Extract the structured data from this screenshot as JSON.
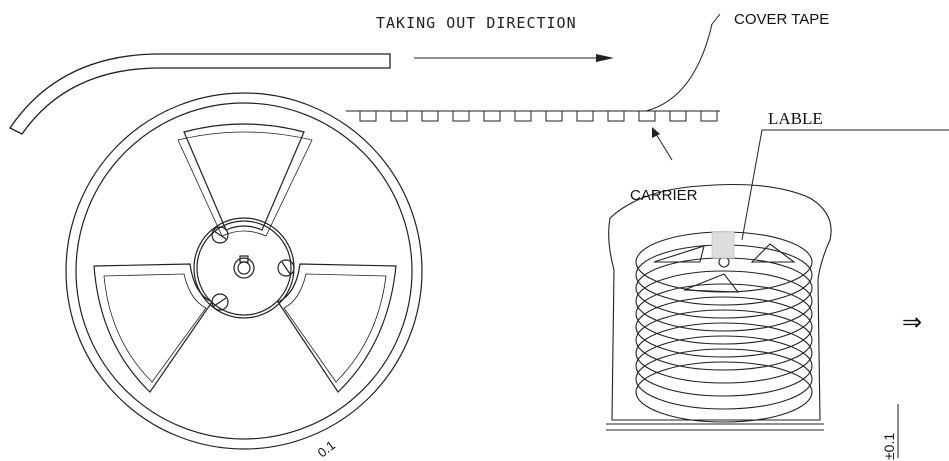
{
  "labels": {
    "direction": "TAKING OUT DIRECTION",
    "cover_tape": "COVER TAPE",
    "carrier": "CARRIER",
    "label": "LABLE",
    "tol_bottom": "0.1",
    "tol_right": "±0.1",
    "next_arrow": "⇒"
  },
  "colors": {
    "line": "#222222",
    "label_text": "#111111",
    "background": "#ffffff"
  }
}
